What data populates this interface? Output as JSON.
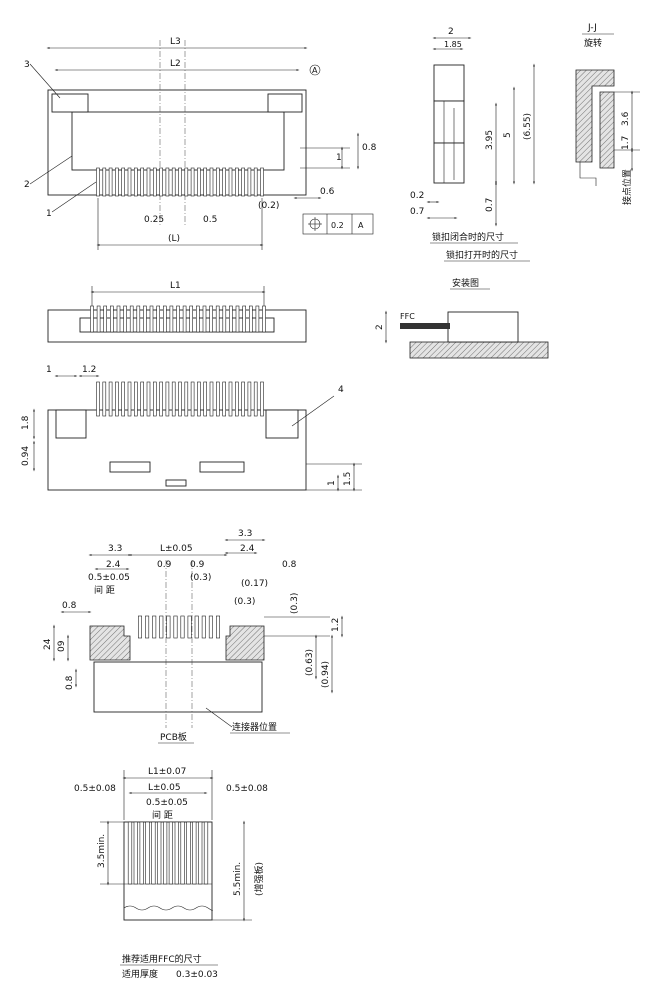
{
  "top_view": {
    "callouts": [
      "3",
      "2",
      "1"
    ],
    "dims": {
      "L3": "L3",
      "L2": "L2",
      "datum": "A",
      "h1": "1",
      "h08": "0.8",
      "w06": "0.6",
      "w02": "(0.2)",
      "p025": "0.25",
      "p05": "0.5",
      "pL": "(L)"
    },
    "tolerance_frame": {
      "value": "0.2",
      "datum": "A"
    }
  },
  "side_view": {
    "dims": {
      "w2": "2",
      "w185": "1.85",
      "h395": "3.95",
      "h5": "5",
      "h655": "(6.55)",
      "h07": "0.7",
      "w02": "0.2",
      "w07": "0.7"
    },
    "label_closed": "锁扣闭合时的尺寸",
    "label_open": "锁扣打开时的尺寸"
  },
  "section_jj": {
    "title": "J-J",
    "subtitle": "旋转",
    "dims": {
      "h36": "3.6",
      "h17": "1.7"
    },
    "contact_label": "接点位置"
  },
  "install": {
    "title": "安装图",
    "ffc_label": "FFC",
    "dim2": "2"
  },
  "front_view": {
    "L1": "L1"
  },
  "bottom_view": {
    "callout": "4",
    "dims": {
      "w1": "1",
      "w12": "1.2",
      "h18": "1.8",
      "h094": "0.94",
      "h1": "1",
      "h15": "1.5"
    }
  },
  "pcb": {
    "dims": {
      "d33a": "3.3",
      "dL": "L±0.05",
      "d33b": "3.3",
      "d24a": "2.4",
      "d24b": "2.4",
      "d05": "0.5±0.05",
      "pitch": "间 距",
      "d09a": "0.9",
      "d09b": "0.9",
      "d03a": "(0.3)",
      "d017": "(0.17)",
      "d08a": "0.8",
      "d03b": "(0.3)",
      "d03c": "(0.3)",
      "d12": "1.2",
      "d08b": "0.8",
      "d24": "24",
      "d09c": "09",
      "d08c": "0.8",
      "d063": "(0.63)",
      "d094": "(0.94)"
    },
    "board_label": "PCB板",
    "connector_label": "连接器位置"
  },
  "ffc": {
    "dims": {
      "L1": "L1±0.07",
      "L": "L±0.05",
      "edgeL": "0.5±0.08",
      "edgeR": "0.5±0.08",
      "pitch": "0.5±0.05",
      "pitch_label": "间 距",
      "min35": "3.5min.",
      "min55": "5.5min.",
      "stiffener": "(增强板)"
    },
    "title": "推荐适用FFC的尺寸",
    "thickness_label": "适用厚度",
    "thickness_value": "0.3±0.03"
  }
}
